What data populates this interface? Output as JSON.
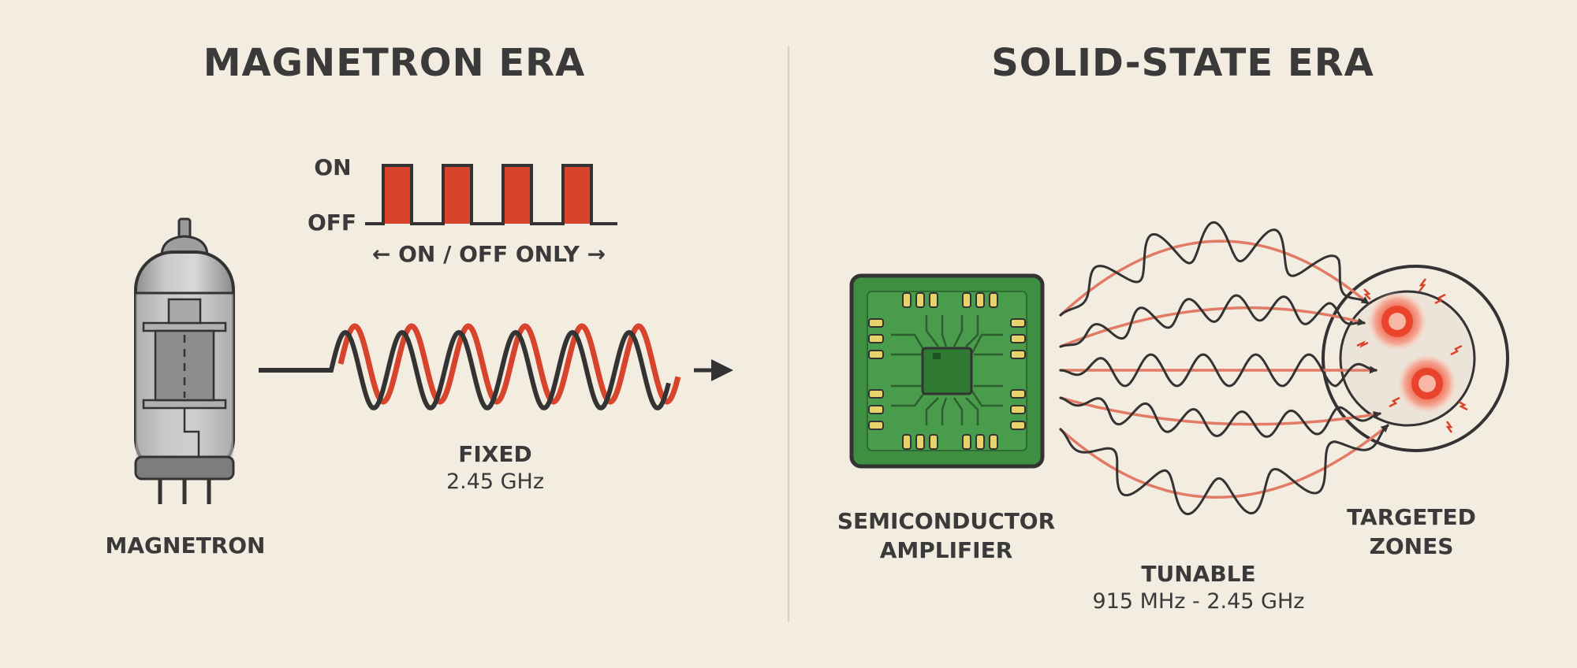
{
  "left_panel": {
    "title": "MAGNETRON ERA",
    "on_label": "ON",
    "off_label": "OFF",
    "on_off_caption": "← ON / OFF ONLY →",
    "wave_label": "FIXED",
    "wave_freq": "2.45 GHz",
    "device_label": "MAGNETRON"
  },
  "right_panel": {
    "title": "SOLID-STATE ERA",
    "device_label_line1": "SEMICONDUCTOR",
    "device_label_line2": "AMPLIFIER",
    "wave_label": "TUNABLE",
    "wave_freq": "915 MHz - 2.45 GHz",
    "target_label_line1": "TARGETED",
    "target_label_line2": "ZONES"
  },
  "colors": {
    "background": "#f3ece1",
    "accent_red": "#d8432b",
    "ink": "#333333",
    "chip_green": "#3f8f43",
    "divider": "#d6cec2"
  }
}
